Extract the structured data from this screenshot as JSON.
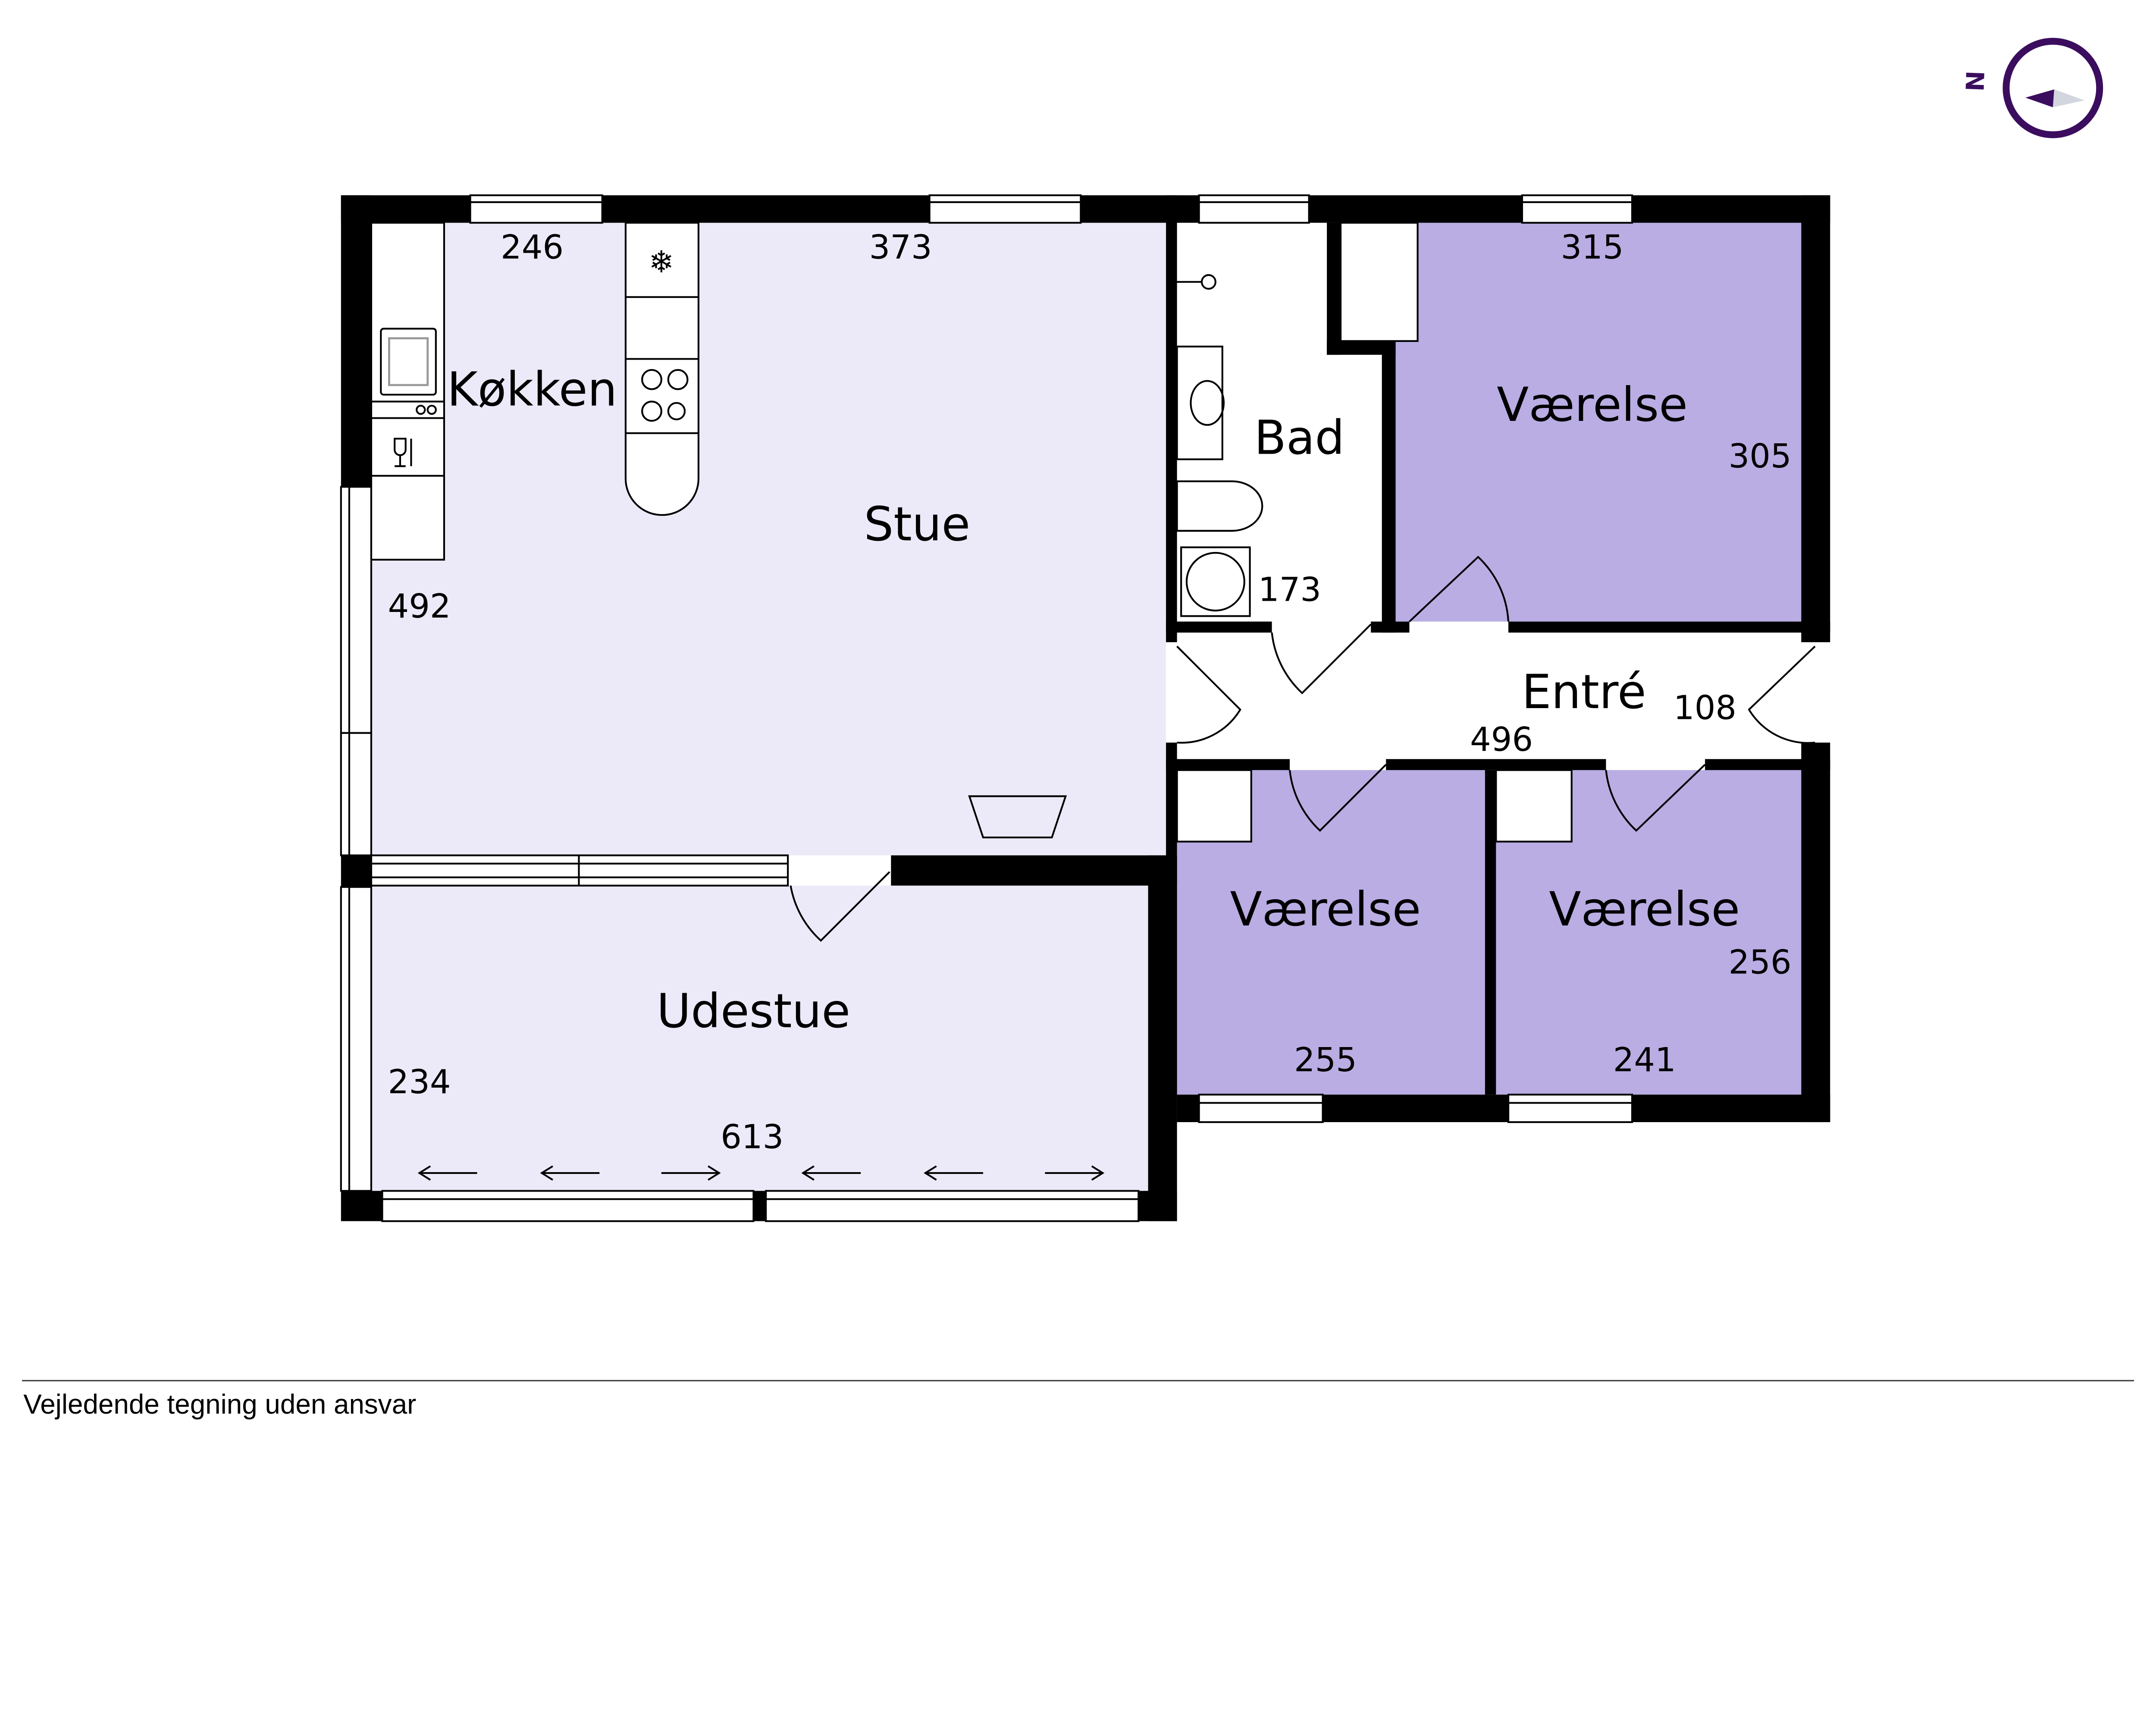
{
  "colors": {
    "wall": "#000000",
    "light_room": "#ECEAF9",
    "purple_room": "#B9ADE3",
    "compass": "#3B0D5E",
    "compass_tail": "#D3D6DE"
  },
  "compass": {
    "label": "N",
    "icon": "compass-icon"
  },
  "rooms": {
    "kokken": {
      "name": "Køkken",
      "dim": "246"
    },
    "stue": {
      "name": "Stue",
      "dim_top": "373",
      "dim_side": "492"
    },
    "bad": {
      "name": "Bad",
      "dim": "173"
    },
    "vaerelse1": {
      "name": "Værelse",
      "dim_top": "315",
      "dim_side": "305"
    },
    "entre": {
      "name": "Entré",
      "dim_side": "108",
      "dim_bottom": "496"
    },
    "vaerelse2": {
      "name": "Værelse",
      "dim": "255"
    },
    "vaerelse3": {
      "name": "Værelse",
      "dim_side": "256",
      "dim_bottom": "241"
    },
    "udestue": {
      "name": "Udestue",
      "dim_side": "234",
      "dim_bottom": "613"
    }
  },
  "footer": {
    "disclaimer": "Vejledende tegning uden ansvar"
  }
}
